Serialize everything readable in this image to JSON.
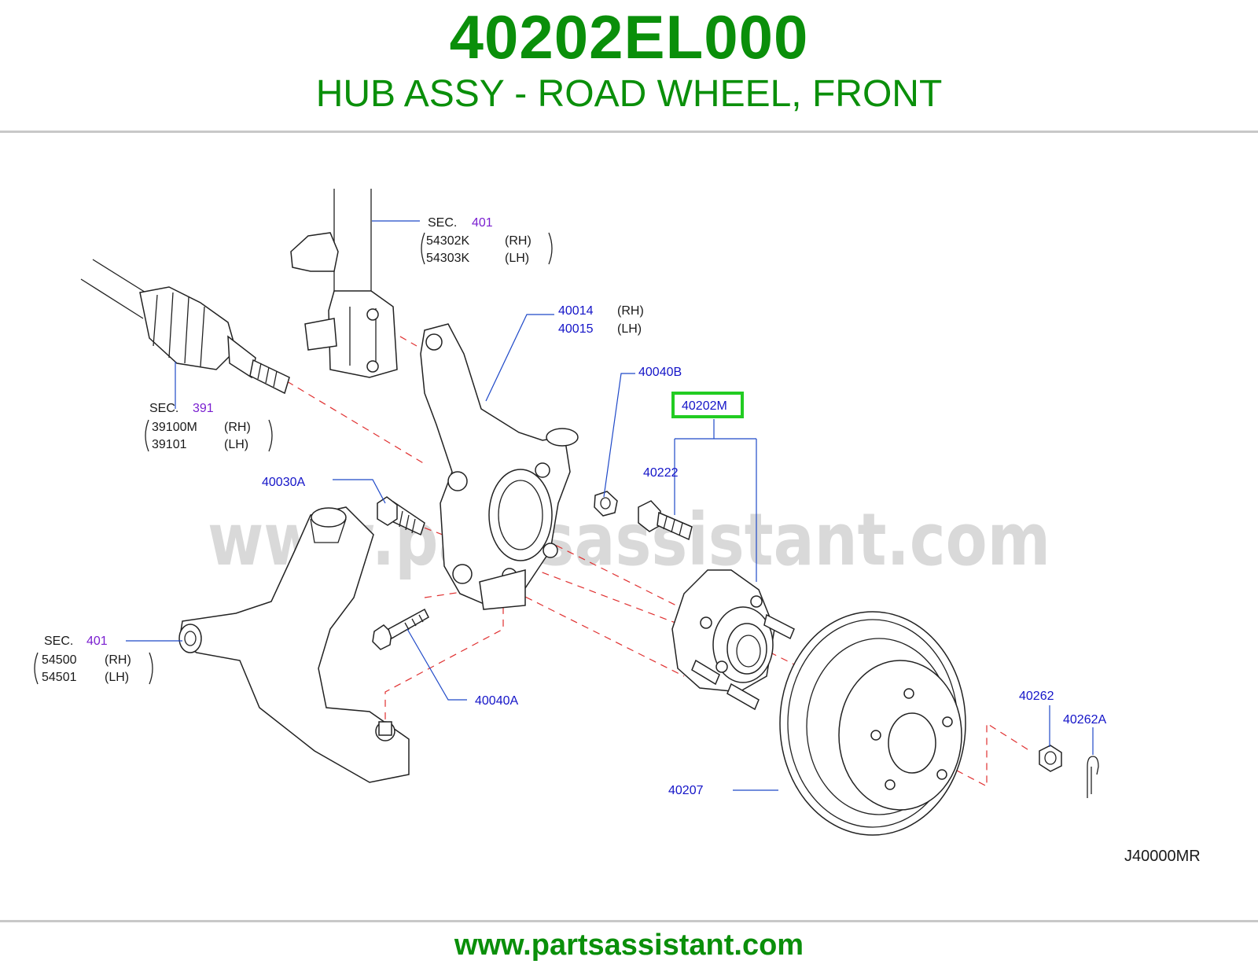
{
  "header": {
    "part_number": "40202EL000",
    "part_name": "HUB ASSY - ROAD WHEEL, FRONT"
  },
  "footer": {
    "url": "www.partsassistant.com"
  },
  "watermark": "www.partsassistant.com",
  "diagram_code": "J40000MR",
  "callouts": {
    "strut": {
      "sec": "SEC.",
      "sec_no": "401",
      "rows": [
        [
          "54302K",
          "(RH)"
        ],
        [
          "54303K",
          "(LH)"
        ]
      ]
    },
    "driveshaft": {
      "sec": "SEC.",
      "sec_no": "391",
      "rows": [
        [
          "39100M",
          "(RH)"
        ],
        [
          "39101",
          "(LH)"
        ]
      ]
    },
    "knuckle": {
      "rows": [
        [
          "40014",
          "(RH)"
        ],
        [
          "40015",
          "(LH)"
        ]
      ]
    },
    "lower_arm": {
      "sec": "SEC.",
      "sec_no": "401",
      "rows": [
        [
          "54500",
          "(RH)"
        ],
        [
          "54501",
          "(LH)"
        ]
      ]
    },
    "bolt_40030A": "40030A",
    "nut_40040B": "40040B",
    "hub_assy": "40202M",
    "hub_bolt": "40222",
    "bolt_40040A": "40040A",
    "rotor": "40207",
    "nut_40262": "40262",
    "pin_40262A": "40262A"
  },
  "colors": {
    "title_green": "#0a8f0a",
    "part_number_blue": "#1414c8",
    "section_purple": "#7a1fd0",
    "highlight_box": "#22cc22",
    "leader_blue": "#1f49c8",
    "dashed_red": "#e03030"
  }
}
